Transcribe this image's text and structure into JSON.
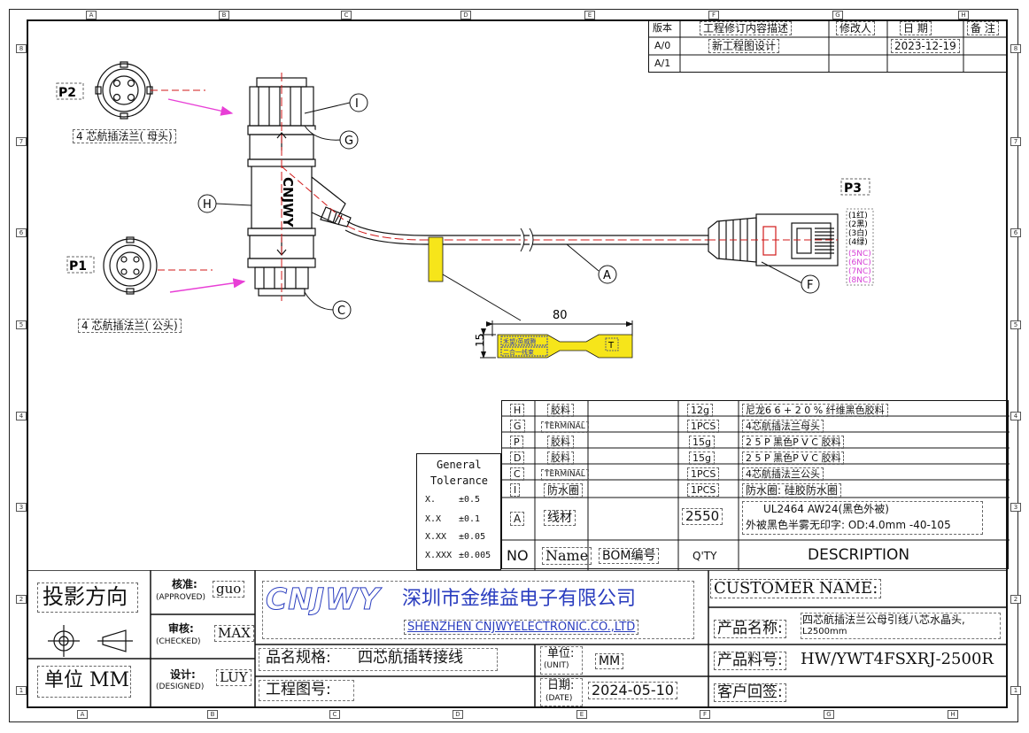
{
  "revision_block": {
    "headers": [
      "版本",
      "工程修订内容描述",
      "修改人",
      "日 期",
      "备 注"
    ],
    "rows": [
      {
        "rev": "A/0",
        "desc": "新工程图设计",
        "by": "",
        "date": "2023-12-19",
        "note": ""
      },
      {
        "rev": "A/1",
        "desc": "",
        "by": "",
        "date": "",
        "note": ""
      }
    ]
  },
  "zones": {
    "cols": [
      "A",
      "B",
      "C",
      "D",
      "E",
      "F",
      "G",
      "H"
    ],
    "rows": [
      "8",
      "7",
      "6",
      "5",
      "4",
      "3",
      "2",
      "1"
    ]
  },
  "drawing": {
    "p2_label": "P2",
    "p2_caption": "4 芯航插法兰( 母头)",
    "p1_label": "P1",
    "p1_caption": "4 芯航插法兰( 公头)",
    "p3_label": "P3",
    "callouts": {
      "I": "I",
      "G": "G",
      "H": "H",
      "C": "C",
      "A": "A",
      "F": "F",
      "T": "T"
    },
    "rj45_pins": [
      "(1红)",
      "(2黑)",
      "(3白)",
      "(4绿)",
      "(5NC)",
      "(6NC)",
      "(7NC)",
      "(8NC)"
    ],
    "label_dim_length": "80",
    "label_dim_height": "15",
    "label_text_1": "禾望/英威腾",
    "label_text_2": "二合一线束",
    "body_brand": "CNJWY"
  },
  "tolerance": {
    "title_1": "General",
    "title_2": "Tolerance",
    "rows": [
      {
        "k": "X.",
        "v": "±0.5"
      },
      {
        "k": "X.X",
        "v": "±0.1"
      },
      {
        "k": "X.XX",
        "v": "±0.05"
      },
      {
        "k": "X.XXX",
        "v": "±0.005"
      }
    ]
  },
  "bom": {
    "rows": [
      {
        "no": "H",
        "name": "胶料",
        "bom": "",
        "qty": "12g",
        "desc": "尼龙6 6 + 2 0 % 纤维黑色胶料"
      },
      {
        "no": "G",
        "name": "TERMINAL",
        "bom": "",
        "qty": "1PCS",
        "desc": "4芯航插法兰母头"
      },
      {
        "no": "P",
        "name": "胶料",
        "bom": "",
        "qty": "15g",
        "desc": "2 5 P 黑色P V C 胶料"
      },
      {
        "no": "D",
        "name": "胶料",
        "bom": "",
        "qty": "15g",
        "desc": "2 5 P 黑色P V C 胶料"
      },
      {
        "no": "C",
        "name": "TERMINAL",
        "bom": "",
        "qty": "1PCS",
        "desc": "4芯航插法兰公头"
      },
      {
        "no": "I",
        "name": "防水圈",
        "bom": "",
        "qty": "1PCS",
        "desc": "防水圈: 硅胶防水圈"
      }
    ],
    "cable_row": {
      "no": "A",
      "name": "线材",
      "qty": "2550",
      "desc_1": "UL2464 AW24(黑色外被)",
      "desc_2": "外被黑色半雾无印字: OD:4.0mm  -40-105"
    },
    "header": {
      "no": "NO",
      "name": "Name",
      "bom": "BOM编号",
      "qty": "Q'TY",
      "desc": "DESCRIPTION"
    }
  },
  "title_block": {
    "projection": "投影方向",
    "unit_left": "单位  MM",
    "approved_label": "核准:",
    "approved_en": "(APPROVED)",
    "approved_val": "guo",
    "checked_label": "审核:",
    "checked_en": "(CHECKED)",
    "checked_val": "MAX",
    "designed_label": "设计:",
    "designed_en": "(DESIGNED)",
    "designed_val": "LUY",
    "logo": "CNJWY",
    "company_cn": "深圳市金维益电子有限公司",
    "company_en": "SHENZHEN CNJWYELECTRONIC.CO.,LTD",
    "spec_label": "品名规格:",
    "spec_val": "四芯航插转接线",
    "unit_label": "单位:",
    "unit_en": "(UNIT)",
    "unit_val": "MM",
    "drawing_no_label": "工程图号:",
    "date_label": "日期:",
    "date_en": "(DATE)",
    "date_val": "2024-05-10",
    "customer_label": "CUSTOMER NAME:",
    "product_name_label": "产品名称:",
    "product_name_val_1": "四芯航插法兰公母引线八芯水晶头,",
    "product_name_val_2": "L2500mm",
    "part_no_label": "产品料号:",
    "part_no_val": "HW/YWT4FSXRJ-2500R",
    "sign_label": "客户回签:"
  },
  "colors": {
    "line": "#111111",
    "pink_arrow": "#e83fd6",
    "red_center": "#d11a1a",
    "label_yellow": "#f6e51a",
    "logo_blue": "#2a3dbf",
    "company_blue": "#2a3dbf"
  }
}
